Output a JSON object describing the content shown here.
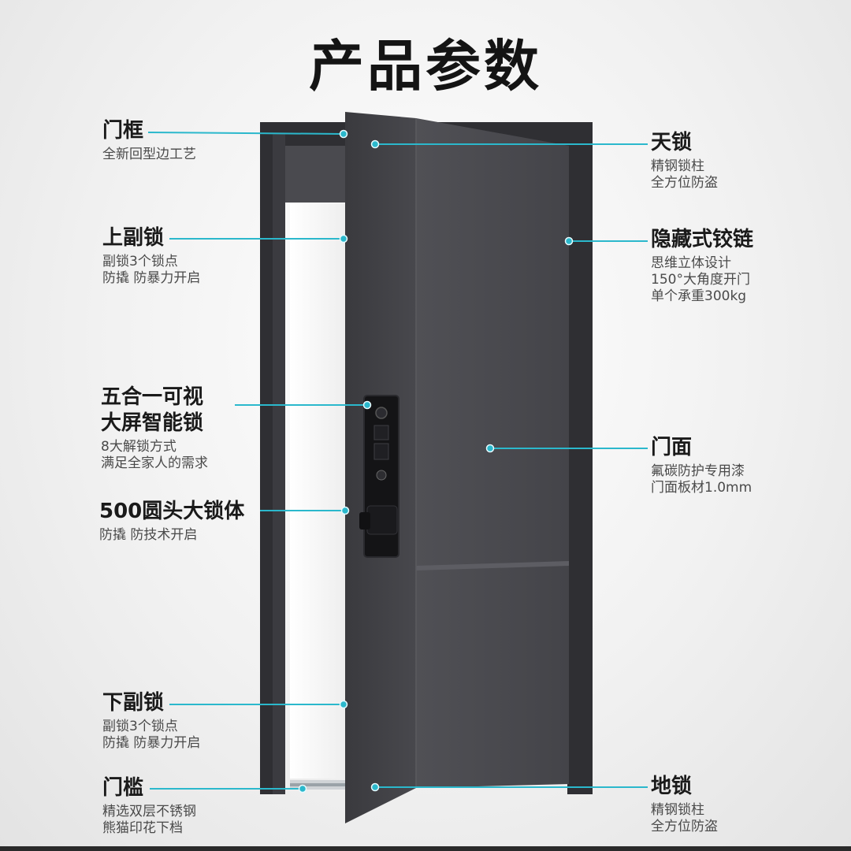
{
  "title": "产品参数",
  "features": {
    "frame": {
      "title": "门框",
      "desc": [
        "全新回型边工艺"
      ]
    },
    "upper_lock": {
      "title": "上副锁",
      "desc": [
        "副锁3个锁点",
        "防撬 防暴力开启"
      ]
    },
    "smart_lock": {
      "title": [
        "五合一可视",
        "大屏智能锁"
      ],
      "desc": [
        "8大解锁方式",
        "满足全家人的需求"
      ]
    },
    "lock_body": {
      "title": "500圆头大锁体",
      "desc": [
        "防撬 防技术开启"
      ]
    },
    "lower_lock": {
      "title": "下副锁",
      "desc": [
        "副锁3个锁点",
        "防撬 防暴力开启"
      ]
    },
    "threshold": {
      "title": "门槛",
      "desc": [
        "精选双层不锈钢",
        "熊猫印花下档"
      ]
    },
    "top_lock": {
      "title": "天锁",
      "desc": [
        "精钢锁柱",
        "全方位防盗"
      ]
    },
    "hinge": {
      "title": "隐藏式铰链",
      "desc": [
        "思维立体设计",
        "150°大角度开门",
        "单个承重300kg"
      ]
    },
    "panel": {
      "title": "门面",
      "desc": [
        "氟碳防护专用漆",
        "门面板材1.0mm"
      ]
    },
    "floor_lock": {
      "title": "地锁",
      "desc": [
        "精钢锁柱",
        "全方位防盗"
      ]
    }
  },
  "colors": {
    "door": "#47474c",
    "door_dark": "#3a3a3f",
    "frame": "#2f2f33",
    "leader": "#2bb8cc",
    "title": "#141414"
  }
}
